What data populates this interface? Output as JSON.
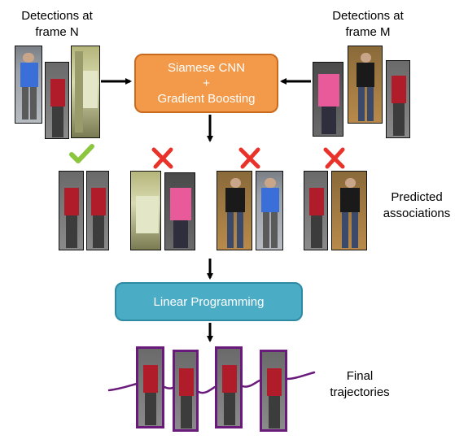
{
  "top_left_label": "Detections at\nframe N",
  "top_right_label": "Detections at\nframe M",
  "model_box": {
    "line1": "Siamese CNN",
    "line2": "+",
    "line3": "Gradient Boosting",
    "color": "#f39a4a",
    "border": "#c96b1f"
  },
  "lp_box": {
    "label": "Linear Programming",
    "color": "#4bacc6",
    "border": "#2f8aa3"
  },
  "predicted_label": "Predicted\nassociations",
  "final_label": "Final\ntrajectories",
  "marks": [
    "check",
    "cross",
    "cross",
    "cross"
  ],
  "colors": {
    "check": "#8cc63f",
    "cross": "#e8322a",
    "trajectory": "#6a1a7a",
    "arrow": "#000000"
  }
}
